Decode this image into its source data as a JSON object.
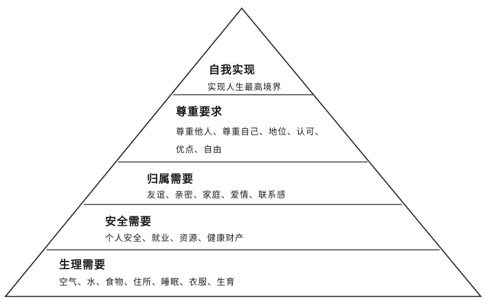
{
  "levels": [
    {
      "title": "自我实现",
      "desc": [
        "实现人生最高境界"
      ]
    },
    {
      "title": "尊重要求",
      "desc": [
        "尊重他人、尊重自己、地位、认可、",
        "优点、自由"
      ]
    },
    {
      "title": "归属需要",
      "desc": [
        "友谊、亲密、家庭、爱情、联系感"
      ]
    },
    {
      "title": "安全需要",
      "desc": [
        "个人安全、就业、资源、健康财产"
      ]
    },
    {
      "title": "生理需要",
      "desc": [
        "空气、水、食物、住所、睡眠、衣服、生育"
      ]
    }
  ],
  "colors": {
    "line": "#222222",
    "background": "#ffffff"
  }
}
